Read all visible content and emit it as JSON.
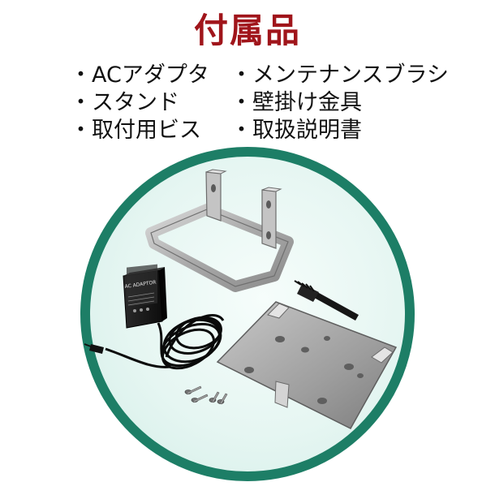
{
  "title": "付属品",
  "items": [
    "・ACアダプタ",
    "・メンテナンスブラシ",
    "・スタンド",
    "・壁掛け金具",
    "・取付用ビス",
    "・取扱説明書"
  ],
  "adapter_label": "AC ADAPTOR",
  "colors": {
    "title": "#a0151b",
    "circle_border": "#1d7e66",
    "circle_fill": "#e6f6f2",
    "metal": "#b8b8b8",
    "adapter": "#1a1a1a"
  },
  "icons": [
    "ac-adapter-icon",
    "stand-icon",
    "brush-icon",
    "wall-bracket-icon",
    "screws-icon"
  ]
}
